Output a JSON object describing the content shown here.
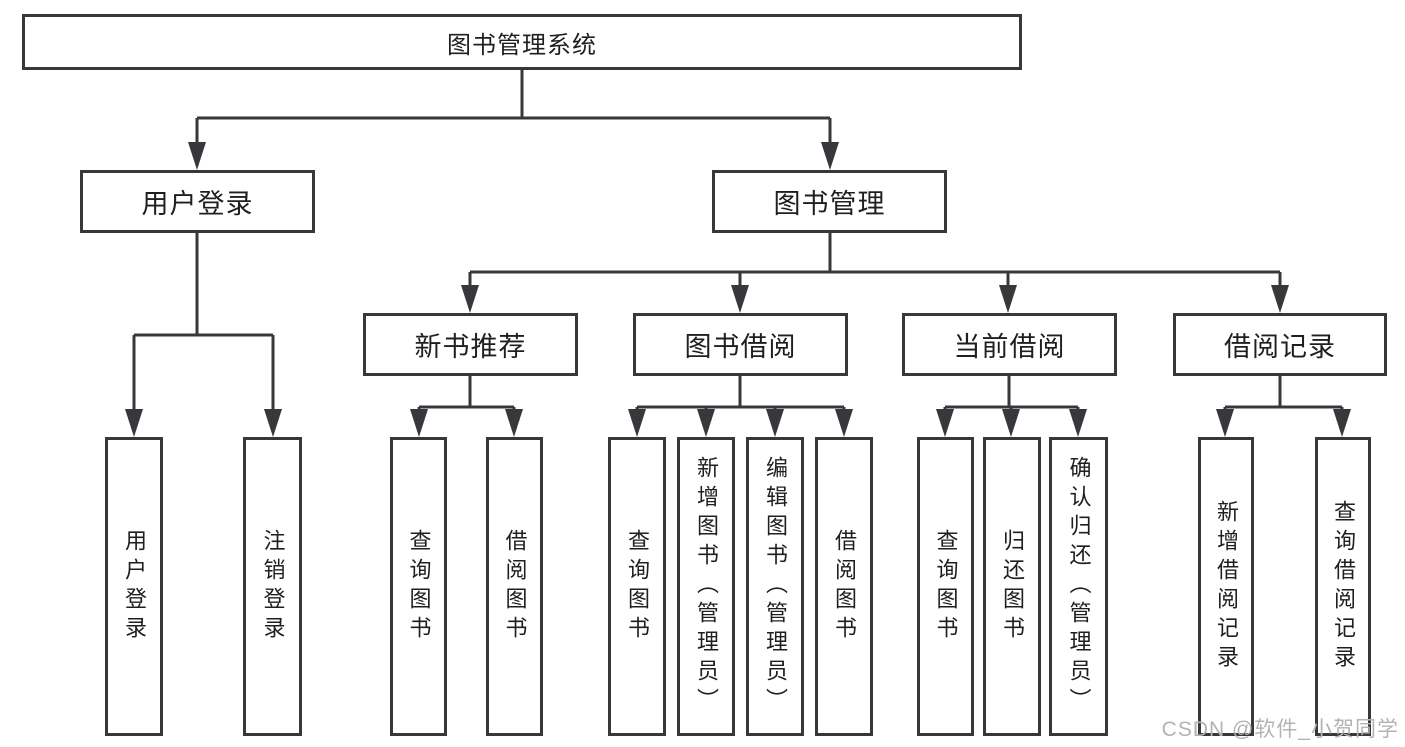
{
  "tree": {
    "root_label": "图书管理系统",
    "login_branch": {
      "label": "用户登录",
      "children": [
        {
          "label": "用户登录"
        },
        {
          "label": "注销登录"
        }
      ]
    },
    "mgmt_branch": {
      "label": "图书管理",
      "sections": [
        {
          "label": "新书推荐",
          "children": [
            {
              "label": "查询图书"
            },
            {
              "label": "借阅图书"
            }
          ]
        },
        {
          "label": "图书借阅",
          "children": [
            {
              "label": "查询图书"
            },
            {
              "label": "新增图书（管理员）"
            },
            {
              "label": "编辑图书（管理员）"
            },
            {
              "label": "借阅图书"
            }
          ]
        },
        {
          "label": "当前借阅",
          "children": [
            {
              "label": "查询图书"
            },
            {
              "label": "归还图书"
            },
            {
              "label": "确认归还（管理员）"
            }
          ]
        },
        {
          "label": "借阅记录",
          "children": [
            {
              "label": "新增借阅记录"
            },
            {
              "label": "查询借阅记录"
            }
          ]
        }
      ]
    }
  },
  "watermark": "CSDN @软件_小贺同学",
  "colors": {
    "line": "#38383c",
    "background": "#ffffff",
    "watermark": "#b3b3b6"
  }
}
